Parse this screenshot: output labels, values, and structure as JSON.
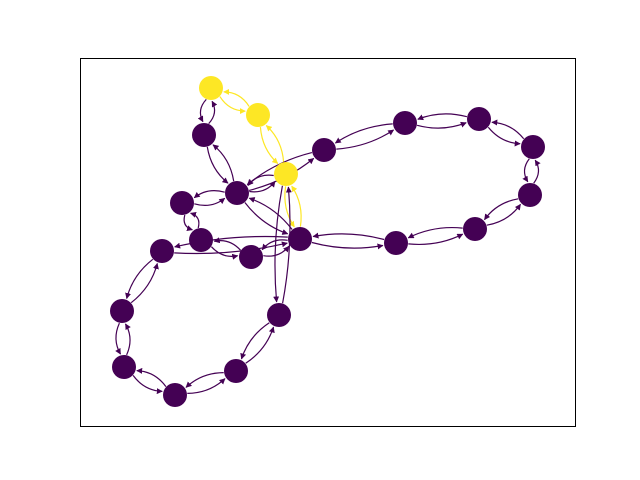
{
  "figure": {
    "type": "directed-graph",
    "colors": {
      "background": "#ffffff",
      "frame": "#000000",
      "node_default": "#440154",
      "node_highlight": "#fde725",
      "edge_default": "#440154",
      "edge_highlight": "#fde725"
    },
    "nodes": [
      {
        "id": "n0",
        "highlighted": true
      },
      {
        "id": "n1",
        "highlighted": true
      },
      {
        "id": "n2",
        "highlighted": true
      },
      {
        "id": "n3",
        "highlighted": false
      },
      {
        "id": "n4",
        "highlighted": false
      },
      {
        "id": "n5",
        "highlighted": false
      },
      {
        "id": "n6",
        "highlighted": false
      },
      {
        "id": "n7",
        "highlighted": false
      },
      {
        "id": "n8",
        "highlighted": false
      },
      {
        "id": "n9",
        "highlighted": false
      },
      {
        "id": "n10",
        "highlighted": false
      },
      {
        "id": "n11",
        "highlighted": false
      },
      {
        "id": "n12",
        "highlighted": false
      },
      {
        "id": "n13",
        "highlighted": false
      },
      {
        "id": "n14",
        "highlighted": false
      },
      {
        "id": "n15",
        "highlighted": false
      },
      {
        "id": "n16",
        "highlighted": false
      },
      {
        "id": "n17",
        "highlighted": false
      },
      {
        "id": "n18",
        "highlighted": false
      },
      {
        "id": "n19",
        "highlighted": false
      },
      {
        "id": "n20",
        "highlighted": false
      },
      {
        "id": "n21",
        "highlighted": false
      }
    ],
    "edges": [
      {
        "a": "n0",
        "b": "n1",
        "highlighted": true
      },
      {
        "a": "n1",
        "b": "n2",
        "highlighted": true
      },
      {
        "a": "n2",
        "b": "n3",
        "highlighted": true
      },
      {
        "a": "n0",
        "b": "n4",
        "highlighted": false
      },
      {
        "a": "n4",
        "b": "n5",
        "highlighted": false
      },
      {
        "a": "n5",
        "b": "n6",
        "highlighted": false
      },
      {
        "a": "n5",
        "b": "n2",
        "highlighted": false
      },
      {
        "a": "n5",
        "b": "n3",
        "highlighted": false
      },
      {
        "a": "n6",
        "b": "n7",
        "highlighted": false
      },
      {
        "a": "n7",
        "b": "n8",
        "highlighted": false
      },
      {
        "a": "n8",
        "b": "n3",
        "highlighted": false
      },
      {
        "a": "n5",
        "b": "n9",
        "highlighted": false
      },
      {
        "a": "n9",
        "b": "n10",
        "highlighted": false
      },
      {
        "a": "n10",
        "b": "n11",
        "highlighted": false
      },
      {
        "a": "n11",
        "b": "n12",
        "highlighted": false
      },
      {
        "a": "n12",
        "b": "n13",
        "highlighted": false
      },
      {
        "a": "n13",
        "b": "n14",
        "highlighted": false
      },
      {
        "a": "n14",
        "b": "n15",
        "highlighted": false
      },
      {
        "a": "n15",
        "b": "n3",
        "highlighted": false
      },
      {
        "a": "n2",
        "b": "n16",
        "highlighted": false
      },
      {
        "a": "n16",
        "b": "n17",
        "highlighted": false
      },
      {
        "a": "n17",
        "b": "n18",
        "highlighted": false
      },
      {
        "a": "n18",
        "b": "n19",
        "highlighted": false
      },
      {
        "a": "n19",
        "b": "n20",
        "highlighted": false
      },
      {
        "a": "n20",
        "b": "n21",
        "highlighted": false
      },
      {
        "a": "n21",
        "b": "n3",
        "highlighted": false
      }
    ]
  }
}
